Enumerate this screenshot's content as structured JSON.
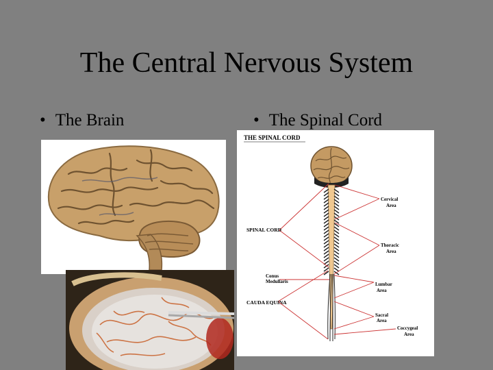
{
  "slide": {
    "title": "The Central Nervous System",
    "bullets": [
      {
        "marker": "•",
        "text": "The Brain"
      },
      {
        "marker": "•",
        "text": "The Spinal Cord"
      }
    ]
  },
  "diagram": {
    "heading": "THE SPINAL CORD",
    "left_labels": {
      "spinal_cord": "SPINAL CORD",
      "conus_1": "Conus",
      "conus_2": "Medullaris",
      "cauda_equina": "CAUDA EQUINA"
    },
    "right_labels": {
      "cervical_1": "Cervical",
      "cervical_2": "Area",
      "thoracic_1": "Thoracic",
      "thoracic_2": "Area",
      "lumbar_1": "Lumbar",
      "lumbar_2": "Area",
      "sacral_1": "Sacral",
      "sacral_2": "Area",
      "coccygeal_1": "Coccygeal",
      "coccygeal_2": "Area"
    }
  },
  "colors": {
    "background": "#808080",
    "brain_tissue": "#c49a63",
    "diagram_lines": "#cc3333",
    "spinal_cord_fill": "#f0c890"
  }
}
